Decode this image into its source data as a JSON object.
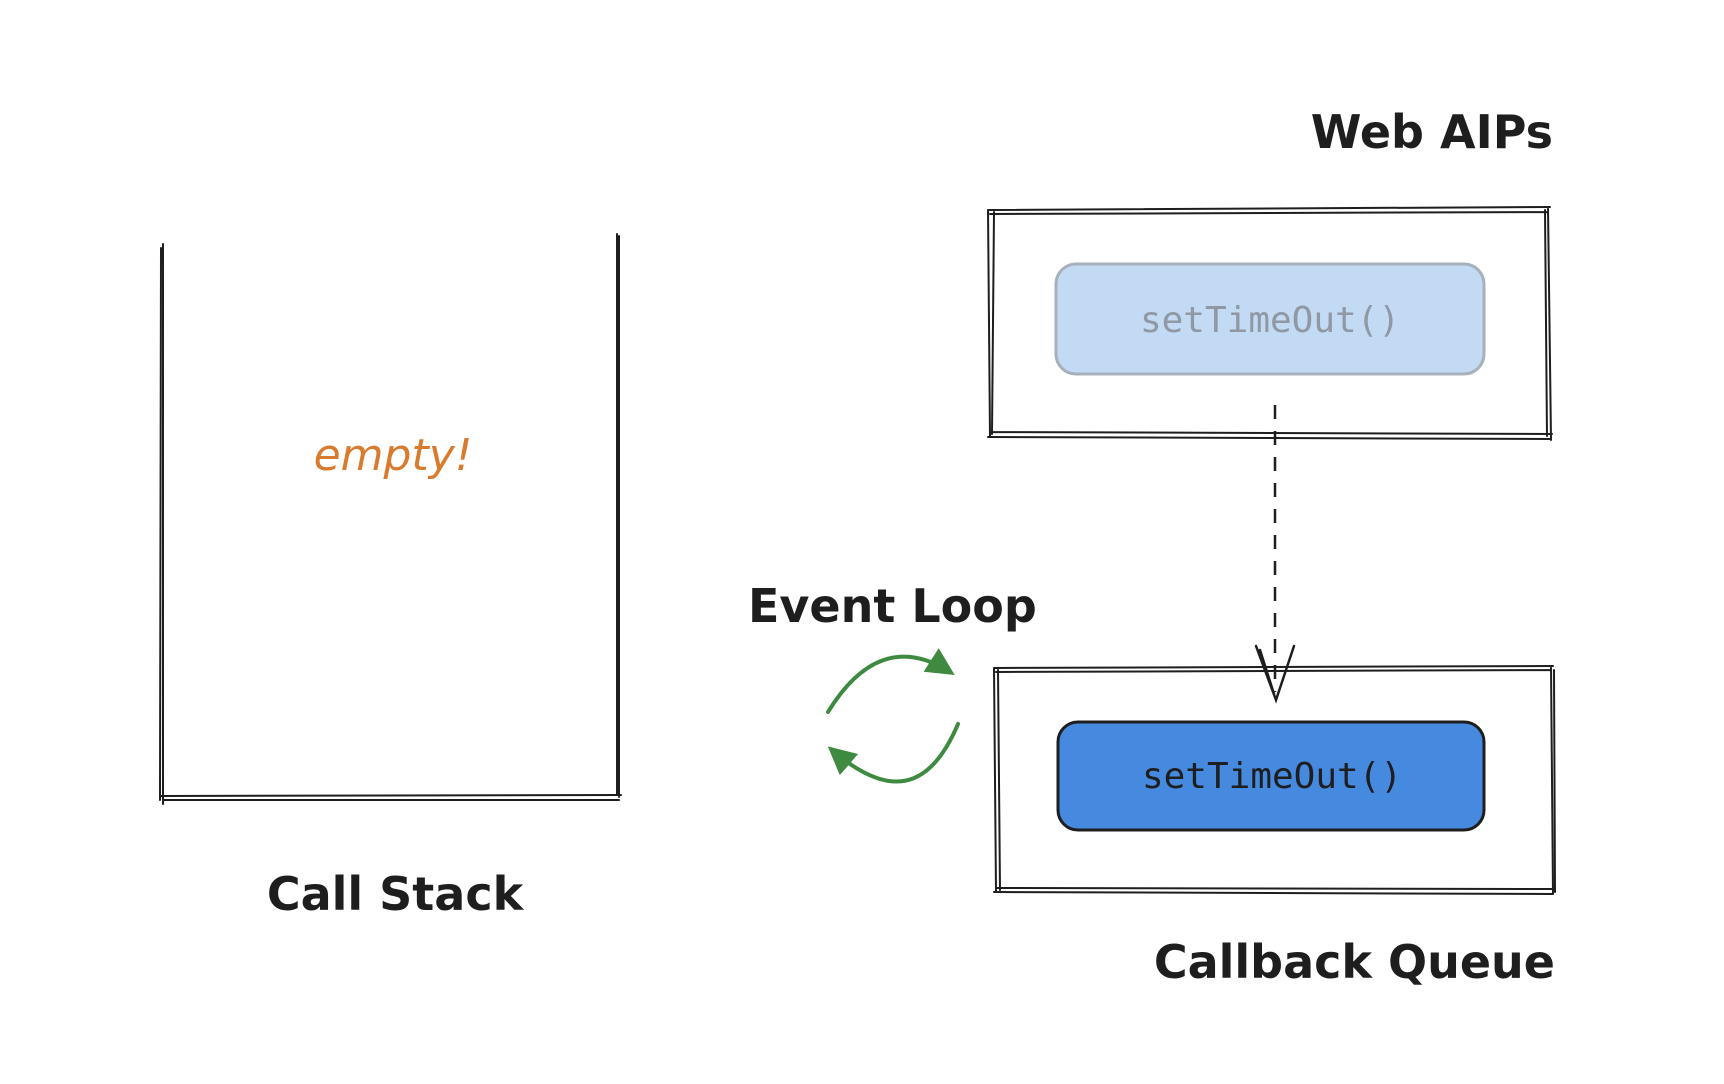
{
  "diagram": {
    "call_stack": {
      "title": "Call Stack",
      "content": "empty!",
      "content_color": "#d97b2e"
    },
    "web_apis": {
      "title": "Web AIPs",
      "item": "setTimeOut()",
      "item_fill": "#c2daf3",
      "item_text_color": "#8f98a3"
    },
    "callback_queue": {
      "title": "Callback Queue",
      "item": "setTimeOut()",
      "item_fill": "#468ae0",
      "item_text_color": "#1e1e1e"
    },
    "event_loop": {
      "title": "Event Loop",
      "arrow_color": "#3f8a41"
    }
  }
}
